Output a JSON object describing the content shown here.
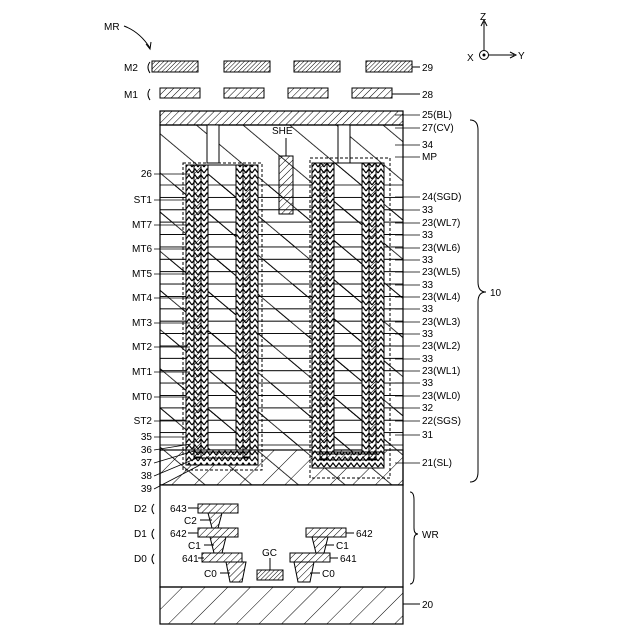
{
  "region_labels": {
    "mr": "MR",
    "wr": "WR",
    "memory_array": "10",
    "substrate": "20"
  },
  "axes": {
    "z": "Z",
    "x": "X",
    "y": "Y"
  },
  "metal_layers": [
    {
      "label": "M2",
      "ref": "29"
    },
    {
      "label": "M1",
      "ref": "28"
    }
  ],
  "right_labels": [
    "25(BL)",
    "27(CV)",
    "34",
    "MP",
    "24(SGD)",
    "33",
    "23(WL7)",
    "33",
    "23(WL6)",
    "33",
    "23(WL5)",
    "33",
    "23(WL4)",
    "33",
    "23(WL3)",
    "33",
    "23(WL2)",
    "33",
    "23(WL1)",
    "33",
    "23(WL0)",
    "32",
    "22(SGS)",
    "31",
    "21(SL)"
  ],
  "left_labels": {
    "ref_26": "26",
    "transistors": [
      "ST1",
      "MT7",
      "MT6",
      "MT5",
      "MT4",
      "MT3",
      "MT2",
      "MT1",
      "MT0",
      "ST2"
    ],
    "pillar_films": [
      "35",
      "36",
      "37",
      "38",
      "39"
    ]
  },
  "she_label": "SHE",
  "wiring": {
    "levels": [
      "D2",
      "D1",
      "D0"
    ],
    "contacts": [
      "643",
      "C2",
      "642",
      "C1",
      "641",
      "C0",
      "GC",
      "642",
      "C1",
      "641",
      "C0"
    ]
  }
}
